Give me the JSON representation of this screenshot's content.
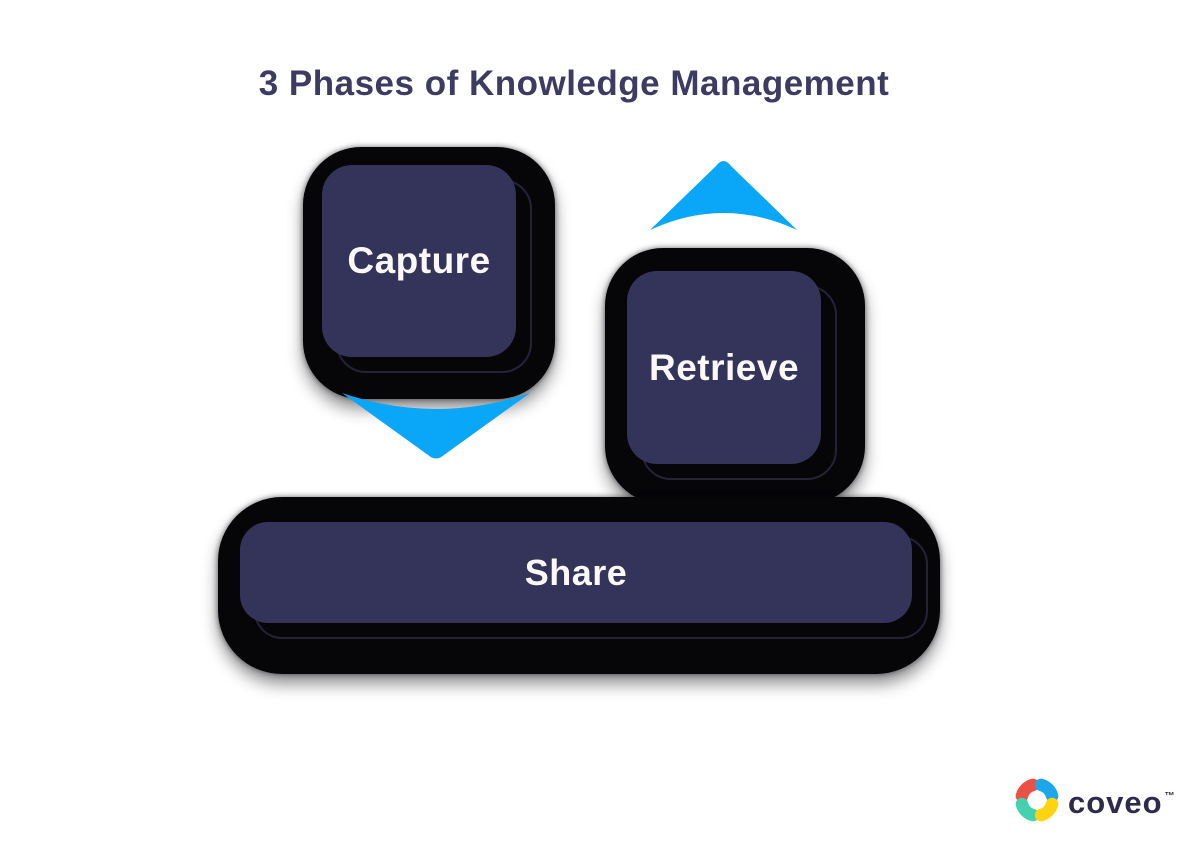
{
  "title": "3 Phases of Knowledge Management",
  "phases": {
    "capture": {
      "label": "Capture"
    },
    "retrieve": {
      "label": "Retrieve"
    },
    "share": {
      "label": "Share"
    }
  },
  "arrows": {
    "down_arrow": "capture-to-share",
    "up_arrow": "share-to-retrieve"
  },
  "logo": {
    "name": "Coveo",
    "wordmark": "coveo",
    "trademark": "™"
  },
  "colors": {
    "background": "#ffffff",
    "box_navy": "#343359",
    "keycap_black": "#060609",
    "arrow_blue": "#0aa6f8",
    "title_navy": "#3e3b63",
    "label_white": "#faf9f7",
    "logo_text_navy": "#2d2a4a",
    "logo_red": "#eb5046",
    "logo_blue": "#1ca7ea",
    "logo_teal": "#43d1ae",
    "logo_yellow": "#fdd40e"
  }
}
